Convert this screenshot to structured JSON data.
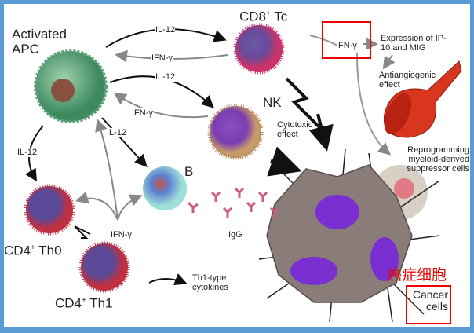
{
  "cells": {
    "apc": "Activated APC",
    "cd8_prefix": "CD8",
    "cd8_sup": "+",
    "cd8_suffix": " Tc",
    "nk": "NK",
    "b": "B",
    "th0_prefix": "CD4",
    "th0_sup": "+",
    "th0_suffix": " Th0",
    "th1_prefix": "CD4",
    "th1_sup": "+",
    "th1_suffix": " Th1",
    "cancer": "Cancer cells",
    "cancer_cn": "癌症细胞"
  },
  "signals": {
    "il12_a": "IL-12",
    "il12_b": "IL-12",
    "il12_c": "IL-12",
    "il12_d": "IL-12",
    "ifng_a": "IFN-γ",
    "ifng_b": "IFN-γ",
    "ifng_c": "IFN-γ",
    "ifng_boxed": "IFN-γ",
    "igg": "IgG"
  },
  "effects": {
    "expression": "Expression of IP-10 and MIG",
    "antiangiogenic": "Antiangiogenic effect",
    "cytotoxic": "Cytotoxic effect",
    "reprogramming": "Reprogramming myeloid-derived suppressor cells",
    "th1_cytokines": "Th1-type cytokines"
  },
  "colors": {
    "border": "#5b9bd5",
    "highlight": "#e00000"
  }
}
